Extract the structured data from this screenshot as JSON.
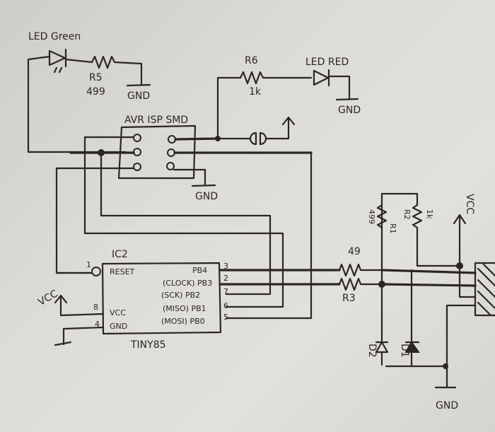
{
  "components": {
    "led_green": {
      "label": "LED Green"
    },
    "r5": {
      "ref": "R5",
      "value": "499"
    },
    "gnd_1": {
      "label": "GND"
    },
    "r6": {
      "ref": "R6",
      "value": "1k"
    },
    "led_red": {
      "label": "LED RED"
    },
    "gnd_2": {
      "label": "GND"
    },
    "isp": {
      "label": "AVR ISP SMD"
    },
    "gnd_3": {
      "label": "GND"
    },
    "ic": {
      "ref": "IC2",
      "part": "TINY85",
      "pins": [
        {
          "num": "1",
          "name": "RESET"
        },
        {
          "num": "8",
          "name": "VCC"
        },
        {
          "num": "4",
          "name": "GND"
        },
        {
          "num": "3",
          "name": "PB4"
        },
        {
          "num": "2",
          "name": "(CLOCK) PB3"
        },
        {
          "num": "7",
          "name": "(SCK) PB2"
        },
        {
          "num": "6",
          "name": "(MISO) PB1"
        },
        {
          "num": "5",
          "name": "(MOSI) PB0"
        }
      ]
    },
    "vcc_left": {
      "label": "VCC"
    },
    "r_49": {
      "value": "49"
    },
    "r3": {
      "ref": "R3"
    },
    "r1": {
      "ref": "R1",
      "value": "499"
    },
    "r2": {
      "ref": "R2",
      "value": "1k"
    },
    "vcc_right": {
      "label": "VCC"
    },
    "d2": {
      "ref": "D2"
    },
    "d1": {
      "ref": "D1"
    },
    "gnd_bottom": {
      "label": "GND"
    }
  }
}
